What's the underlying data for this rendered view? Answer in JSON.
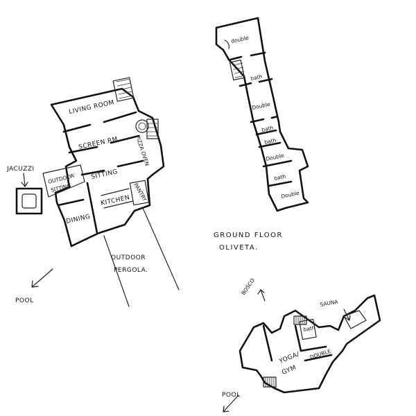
{
  "plan_main": {
    "rooms": {
      "living_room": "LIVING ROOM",
      "screen_rm": "SCREEN RM",
      "pizza_oven": "PIZZA OVEN",
      "sitting": "SITTING",
      "outdoor_sitting_line1": "OUTDOOR",
      "outdoor_sitting_line2": "SITTING",
      "pantry": "PANTRY",
      "kitchen": "KITCHEN",
      "dining": "DINING",
      "outdoor_pergola_line1": "OUTDOOR",
      "outdoor_pergola_line2": "PERGOLA."
    },
    "jacuzzi": "JACUZZI",
    "pool": "POOL"
  },
  "plan_oliveta": {
    "rooms": {
      "double_1": "double",
      "bath_1": "bath",
      "double_2": "Double",
      "bath_2": "bath",
      "bath_3": "bath",
      "double_3": "Double",
      "bath_4": "bath",
      "double_4": "Double"
    },
    "caption_line1": "GROUND FLOOR",
    "caption_line2": "OLIVETA."
  },
  "plan_lower": {
    "rooms": {
      "bosco": "BOSCO",
      "sauna": "SAUNA",
      "bath": "bath",
      "yoga_gym_line1": "YOGA/",
      "yoga_gym_line2": "GYM",
      "double": "DOUBLE"
    },
    "pool": "POOL"
  }
}
